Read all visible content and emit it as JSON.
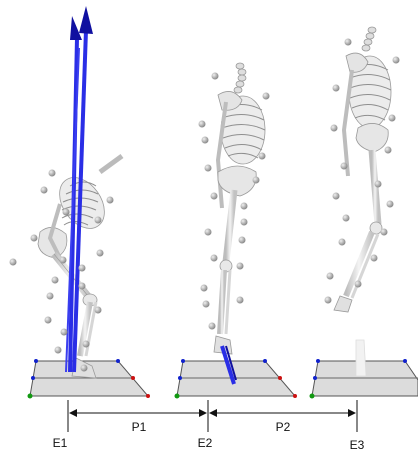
{
  "diagram": {
    "event_labels": {
      "e1": "E1",
      "e2": "E2",
      "e3": "E3"
    },
    "phase_labels": {
      "p1": "P1",
      "p2": "P2"
    }
  },
  "colors": {
    "force_vector": "#2a2ee6",
    "force_vector_dark": "#1010a0",
    "bone": "#e4e4e4",
    "bone_stroke": "#9a9a9a",
    "marker": "#b8b8b8",
    "force_plate": "#dcdcdc",
    "plate_edge": "#555555",
    "axis_red": "#cc1111",
    "axis_green": "#119911",
    "axis_blue": "#1122cc",
    "dimension_line": "#111111"
  }
}
